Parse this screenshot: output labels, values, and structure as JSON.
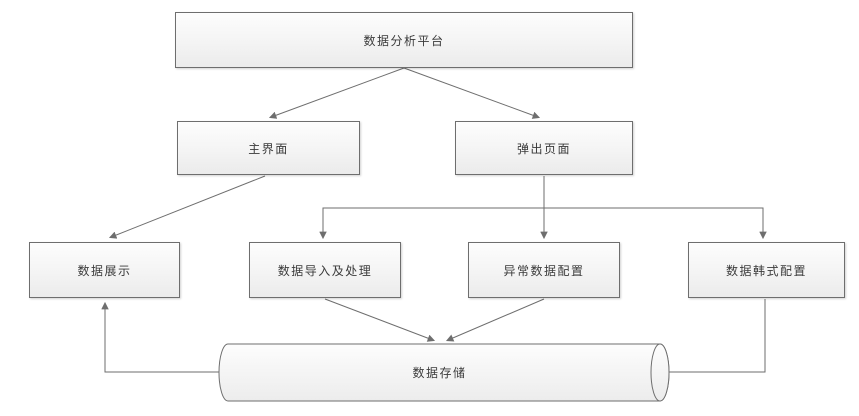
{
  "diagram": {
    "type": "flowchart",
    "nodes": {
      "platform": {
        "label": "数据分析平台",
        "shape": "rectangle"
      },
      "main_ui": {
        "label": "主界面",
        "shape": "rectangle"
      },
      "popup_page": {
        "label": "弹出页面",
        "shape": "rectangle"
      },
      "data_display": {
        "label": "数据展示",
        "shape": "rectangle"
      },
      "data_import_process": {
        "label": "数据导入及处理",
        "shape": "rectangle"
      },
      "abnormal_data_config": {
        "label": "异常数据配置",
        "shape": "rectangle"
      },
      "data_hanshi_config": {
        "label": "数据韩式配置",
        "shape": "rectangle"
      },
      "data_storage": {
        "label": "数据存储",
        "shape": "horizontal-cylinder"
      }
    },
    "edges": [
      {
        "from": "platform",
        "to": "main_ui",
        "style": "straight-arrow"
      },
      {
        "from": "platform",
        "to": "popup_page",
        "style": "straight-arrow"
      },
      {
        "from": "main_ui",
        "to": "data_display",
        "style": "straight-arrow"
      },
      {
        "from": "popup_page",
        "to": "data_import_process",
        "style": "elbow-arrow"
      },
      {
        "from": "popup_page",
        "to": "abnormal_data_config",
        "style": "straight-arrow"
      },
      {
        "from": "popup_page",
        "to": "data_hanshi_config",
        "style": "elbow-arrow"
      },
      {
        "from": "data_import_process",
        "to": "data_storage",
        "style": "straight-arrow"
      },
      {
        "from": "abnormal_data_config",
        "to": "data_storage",
        "style": "straight-arrow"
      },
      {
        "from": "data_storage",
        "to": "data_display",
        "style": "elbow-arrow"
      },
      {
        "from": "data_hanshi_config",
        "to": "data_storage",
        "style": "elbow-arrow"
      }
    ],
    "colors": {
      "background": "#ffffff",
      "node_border": "#6e6e6e",
      "node_fill_top": "#fdfdfd",
      "node_fill_bottom": "#ebebeb",
      "connector": "#6e6e6e",
      "text": "#3a3a3a"
    }
  }
}
